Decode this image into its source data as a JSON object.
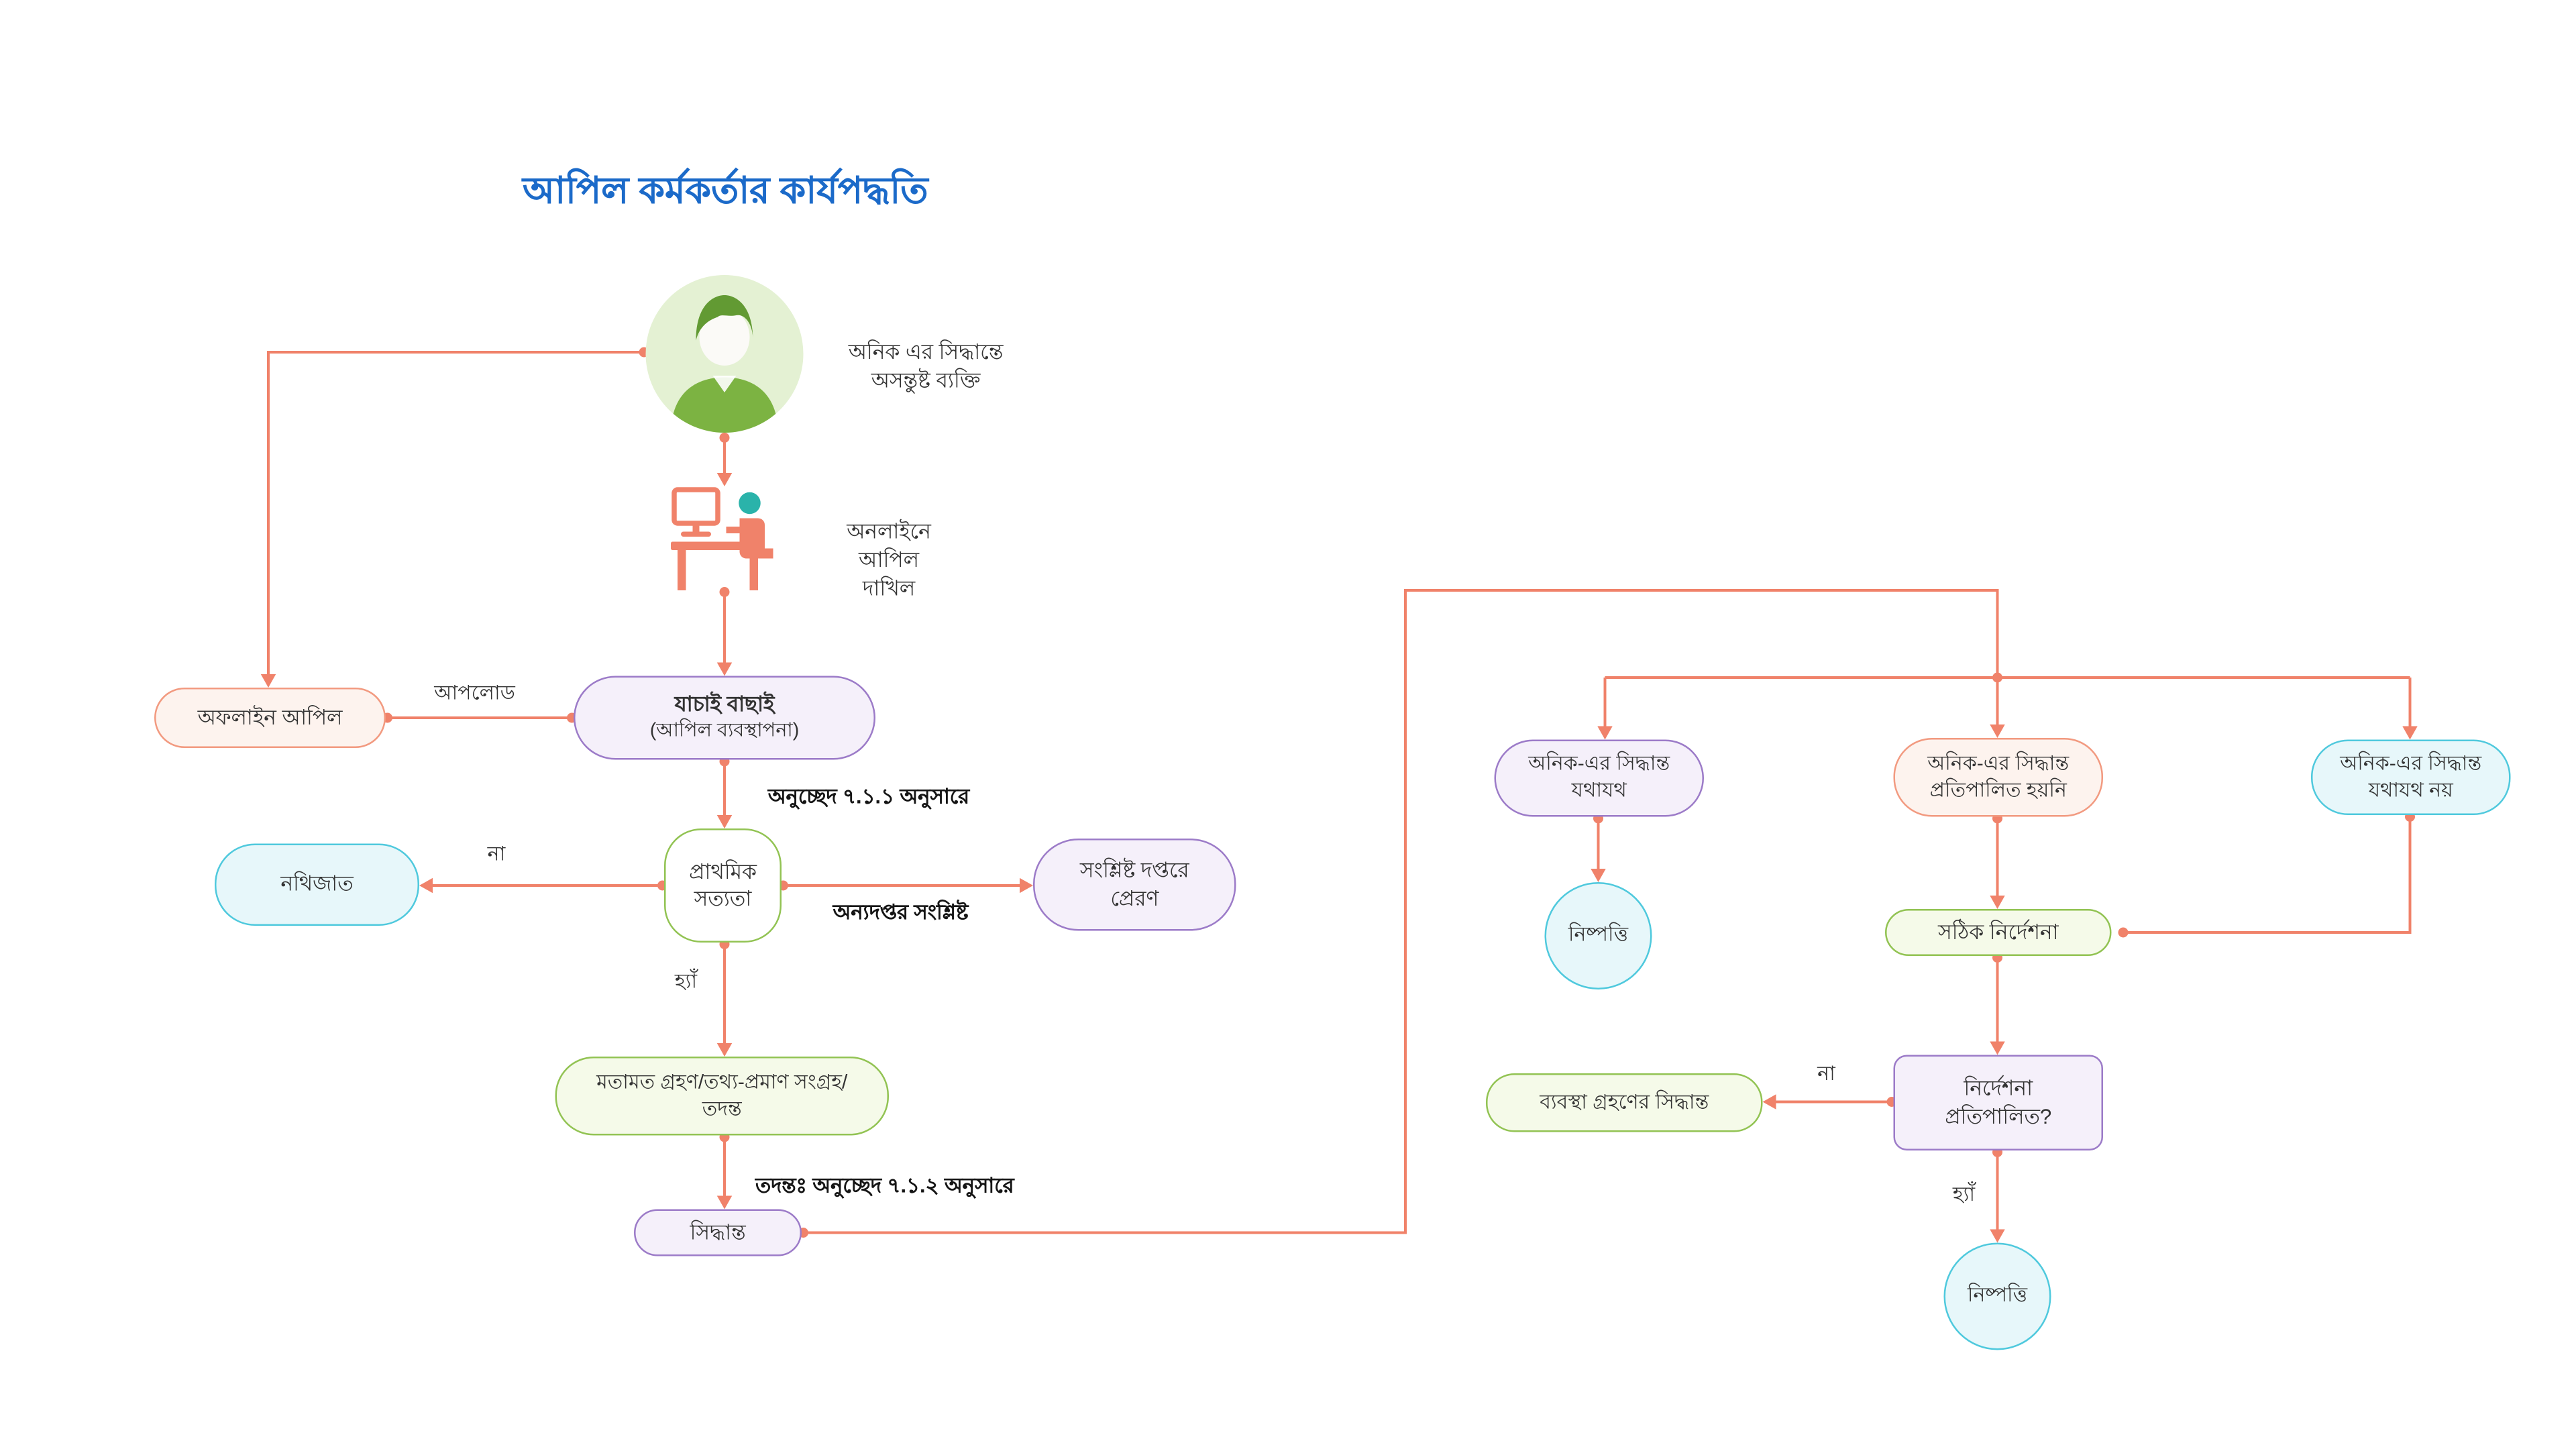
{
  "title": "আপিল কর্মকর্তার কার্যপদ্ধতি",
  "nodes": {
    "complainant": {
      "line1": "অনিক এর সিদ্ধান্তে",
      "line2": "অসন্তুষ্ট ব্যক্তি"
    },
    "online_submit": {
      "line1": "অনলাইনে আপিল",
      "line2": "দাখিল"
    },
    "verify": {
      "line1": "যাচাই বাছাই",
      "line2": "(আপিল ব্যবস্থাপনা)"
    },
    "offline_appeal": {
      "label": "অফলাইন আপিল"
    },
    "primary_truth": {
      "line1": "প্রাথমিক",
      "line2": "সত্যতা"
    },
    "filed": {
      "label": "নথিজাত"
    },
    "send_dept": {
      "line1": "সংশ্লিষ্ট দপ্তরে",
      "line2": "প্রেরণ"
    },
    "opinion": {
      "line1": "মতামত গ্রহণ/তথ্য-প্রমাণ সংগ্রহ/",
      "line2": "তদন্ত"
    },
    "decision": {
      "label": "সিদ্ধান্ত"
    },
    "anik_proper": {
      "line1": "অনিক-এর সিদ্ধান্ত",
      "line2": "যথাযথ"
    },
    "anik_not_followed": {
      "line1": "অনিক-এর সিদ্ধান্ত",
      "line2": "প্রতিপালিত হয়নি"
    },
    "anik_improper": {
      "line1": "অনিক-এর সিদ্ধান্ত",
      "line2": "যথাযথ নয়"
    },
    "settle1": {
      "label": "নিষ্পত্তি"
    },
    "correct_direction": {
      "label": "সঠিক নির্দেশনা"
    },
    "direction_followed": {
      "line1": "নির্দেশনা",
      "line2": "প্রতিপালিত?"
    },
    "action_decision": {
      "label": "ব্যবস্থা গ্রহণের সিদ্ধান্ত"
    },
    "settle2": {
      "label": "নিষ্পত্তি"
    }
  },
  "edge_labels": {
    "upload": "আপলোড",
    "section_711": "অনুচ্ছেদ ৭.১.১ অনুসারে",
    "no1": "না",
    "other_dept": "অন্যদপ্তর সংশ্লিষ্ট",
    "yes1": "হ্যাঁ",
    "investigation_712": "তদন্তঃ অনুচ্ছেদ ৭.১.২ অনুসারে",
    "no2": "না",
    "yes2": "হ্যাঁ"
  },
  "icons": {
    "avatar": "dissatisfied-person-avatar-icon",
    "computer": "person-at-computer-icon"
  },
  "colors": {
    "line": "#f0826a",
    "purple_border": "#9c7bc8",
    "purple_fill": "#f5f0fa",
    "salmon_border": "#f29a80",
    "salmon_fill": "#fdf3ee",
    "green_border": "#92c353",
    "green_fill": "#f5fae9",
    "teal_border": "#4fc9dd",
    "teal_fill": "#e7f7fa",
    "title": "#1b6ac9"
  }
}
